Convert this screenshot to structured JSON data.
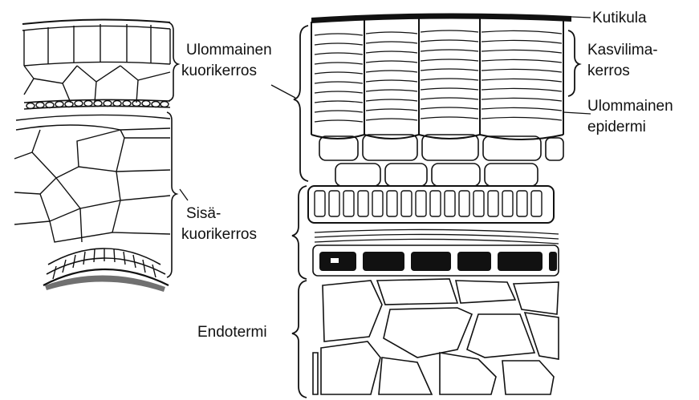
{
  "labels": {
    "kutikula": "Kutikula",
    "ulommainen_kuorikerros_line1": "Ulommainen",
    "ulommainen_kuorikerros_line2": "kuorikerros",
    "kasvilimakerros_line1": "Kasvilima-",
    "kasvilimakerros_line2": "kerros",
    "ulommainen_epidermi_line1": "Ulommainen",
    "ulommainen_epidermi_line2": "epidermi",
    "sisakuorikerros_line1": "Sisä-",
    "sisakuorikerros_line2": "kuorikerros",
    "endotermi": "Endotermi"
  },
  "colors": {
    "ink": "#111111",
    "paper": "#ffffff"
  }
}
